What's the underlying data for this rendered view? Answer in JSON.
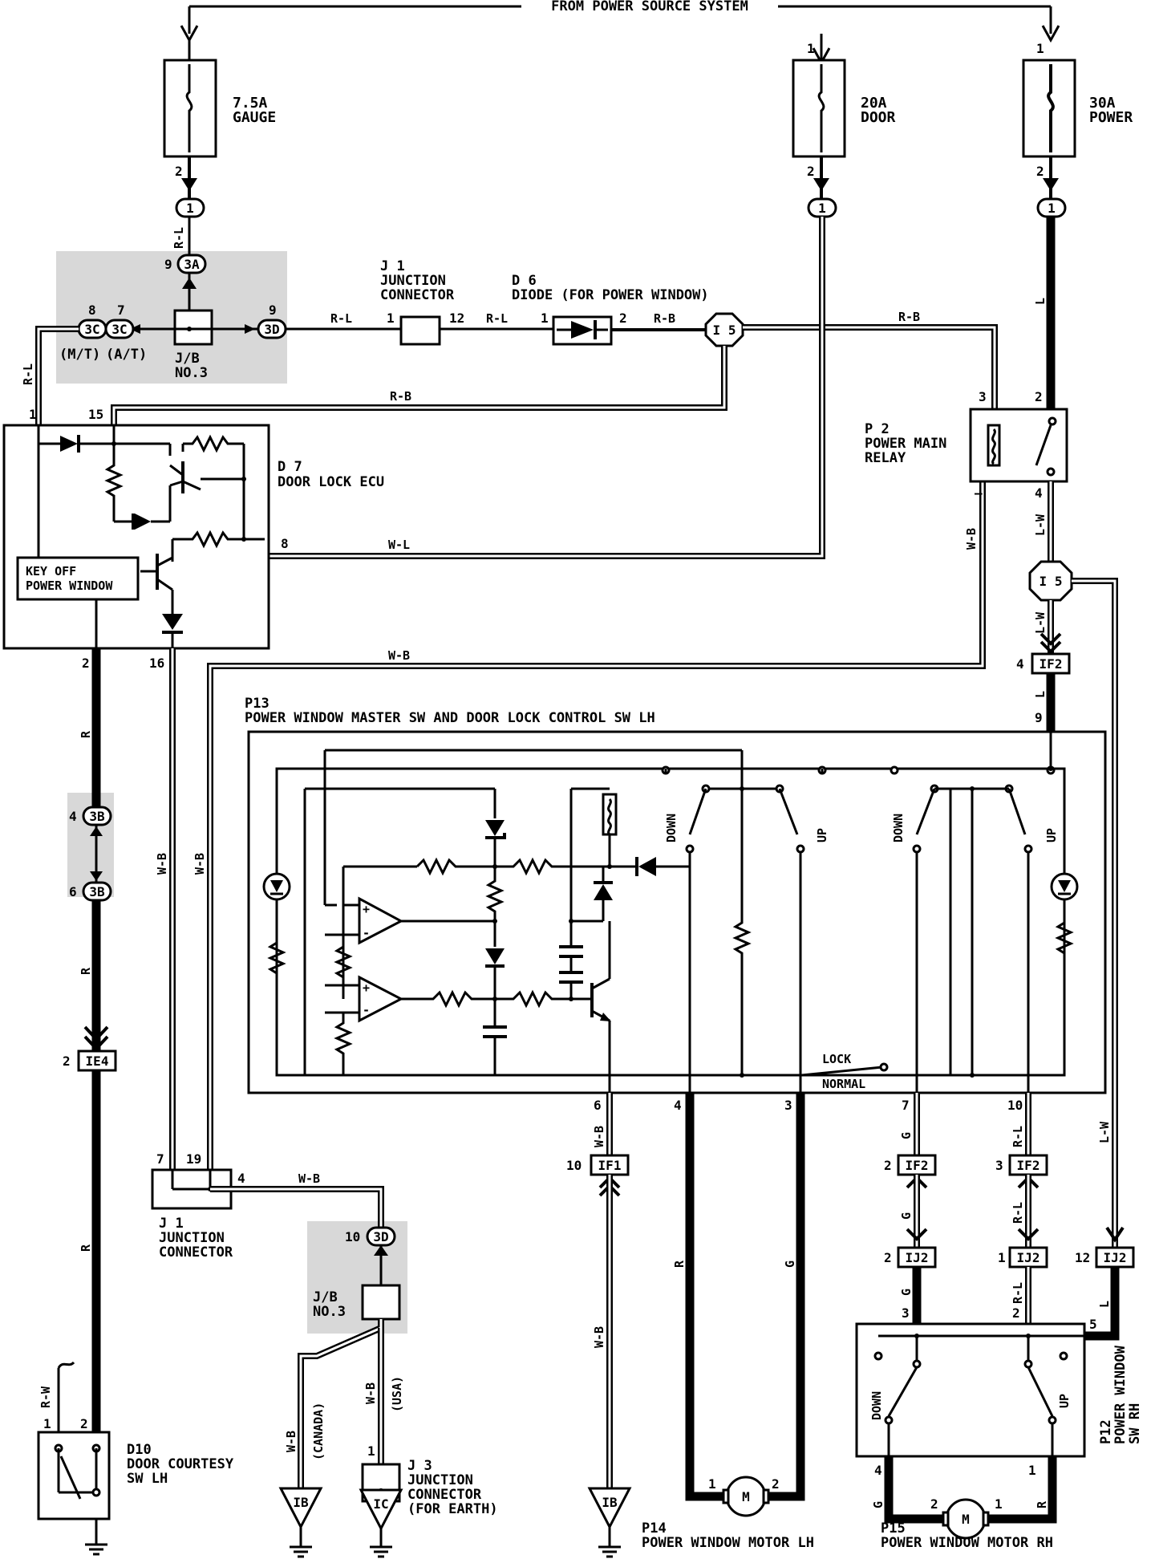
{
  "header": {
    "source_label": "FROM POWER SOURCE SYSTEM"
  },
  "fuses": [
    {
      "id": "gauge",
      "line1": "7.5A",
      "line2": "GAUGE",
      "pin_top": "",
      "pin_bottom": "2"
    },
    {
      "id": "door",
      "line1": "20A",
      "line2": "DOOR",
      "pin_top": "1",
      "pin_bottom": "2"
    },
    {
      "id": "power",
      "line1": "30A",
      "line2": "POWER",
      "pin_top": "1",
      "pin_bottom": "2"
    }
  ],
  "connectors": {
    "c1": "1",
    "c3a": "3A",
    "c3c": "3C",
    "c3d": "3D",
    "c3b": "3B",
    "i5": "I 5",
    "if2": "IF2",
    "ie4": "IE4",
    "if1": "IF1",
    "ij2": "IJ2",
    "ib": "IB",
    "ic": "IC"
  },
  "components": {
    "j1_top": {
      "id": "J 1",
      "line1": "JUNCTION",
      "line2": "CONNECTOR"
    },
    "d6": {
      "id": "D 6",
      "name": "DIODE (FOR POWER WINDOW)"
    },
    "jb3": {
      "line1": "J/B",
      "line2": "NO.3",
      "mt": "(M/T)",
      "at": "(A/T)"
    },
    "p2": {
      "id": "P 2",
      "line1": "POWER MAIN",
      "line2": "RELAY"
    },
    "d7": {
      "id": "D 7",
      "name": "DOOR LOCK ECU",
      "key_off_1": "KEY OFF",
      "key_off_2": "POWER WINDOW"
    },
    "p13": {
      "id": "P13",
      "name": "POWER WINDOW MASTER SW AND DOOR LOCK CONTROL SW LH"
    },
    "j1_bottom": {
      "id": "J 1",
      "line1": "JUNCTION",
      "line2": "CONNECTOR"
    },
    "jb3_bottom": {
      "line1": "J/B",
      "line2": "NO.3"
    },
    "j3": {
      "id": "J 3",
      "line1": "JUNCTION",
      "line2": "CONNECTOR",
      "line3": "(FOR EARTH)"
    },
    "d10": {
      "id": "D10",
      "line1": "DOOR COURTESY",
      "line2": "SW LH"
    },
    "p14": {
      "id": "P14",
      "name": "POWER WINDOW MOTOR LH"
    },
    "p15": {
      "id": "P15",
      "name": "POWER WINDOW MOTOR RH"
    },
    "p12": {
      "id": "P12",
      "line1": "POWER WINDOW",
      "line2": "SW RH"
    }
  },
  "switch_labels": {
    "down": "DOWN",
    "up": "UP",
    "lock": "LOCK",
    "normal": "NORMAL",
    "motor": "M",
    "canada": "(CANADA)",
    "usa": "(USA)"
  },
  "wire_colors": {
    "rl": "R-L",
    "rb": "R-B",
    "wl": "W-L",
    "wb": "W-B",
    "l": "L",
    "lw": "L-W",
    "r": "R",
    "g": "G",
    "rw": "R-W"
  },
  "pins": {
    "p1": "1",
    "p2": "2",
    "p3": "3",
    "p4": "4",
    "p5": "5",
    "p6": "6",
    "p7": "7",
    "p8": "8",
    "p9": "9",
    "p10": "10",
    "p12": "12",
    "p15": "15",
    "p16": "16",
    "p19": "19",
    "dash": "–"
  }
}
